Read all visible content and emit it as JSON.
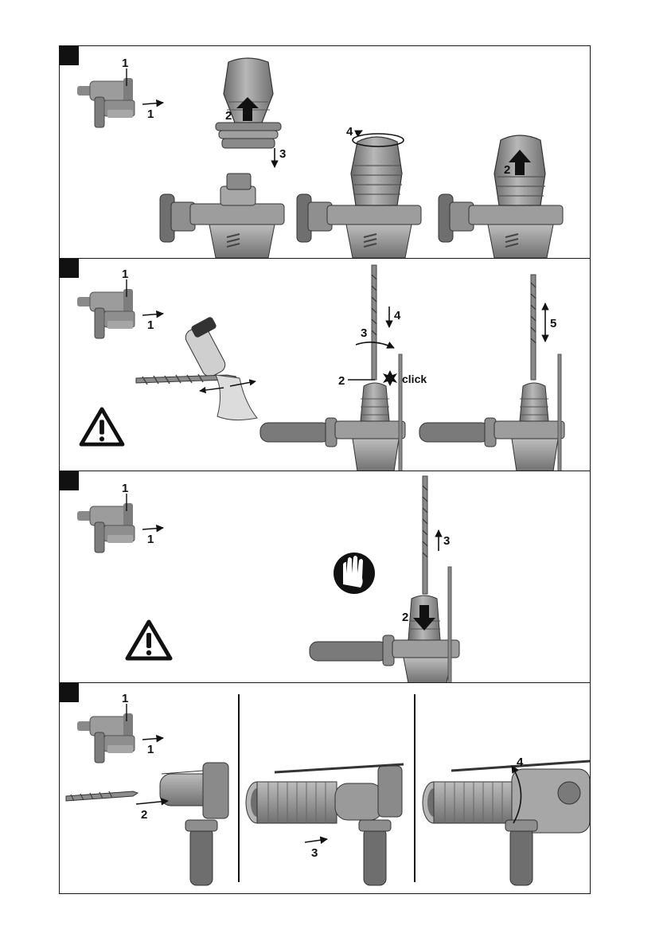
{
  "panels": [
    {
      "id": "chuck-replacement",
      "labels": {
        "tool_callout": "1",
        "tool_arrow": "1",
        "lift_chuck": "2",
        "lower_chuck": "3",
        "rotate_sleeve": "4",
        "lift_again": "2"
      }
    },
    {
      "id": "insert-bit",
      "labels": {
        "tool_callout": "1",
        "tool_arrow": "1",
        "release_sleeve": "2",
        "rotate": "3",
        "push_in": "4",
        "check_seat": "5",
        "click": "click"
      }
    },
    {
      "id": "remove-bit",
      "labels": {
        "tool_callout": "1",
        "tool_arrow": "1",
        "press_sleeve": "2",
        "pull_out": "3"
      }
    },
    {
      "id": "dust-removal",
      "labels": {
        "tool_callout": "1",
        "tool_arrow": "1",
        "insert_bit": "2",
        "slide_on": "3",
        "rotate_lock": "4"
      }
    }
  ],
  "icons": [
    "warning-icon",
    "gloves-icon"
  ],
  "colors": {
    "ink": "#111111",
    "tool_dark": "#6e6e6e",
    "tool_mid": "#9a9a9a",
    "tool_light": "#c4c4c4"
  }
}
